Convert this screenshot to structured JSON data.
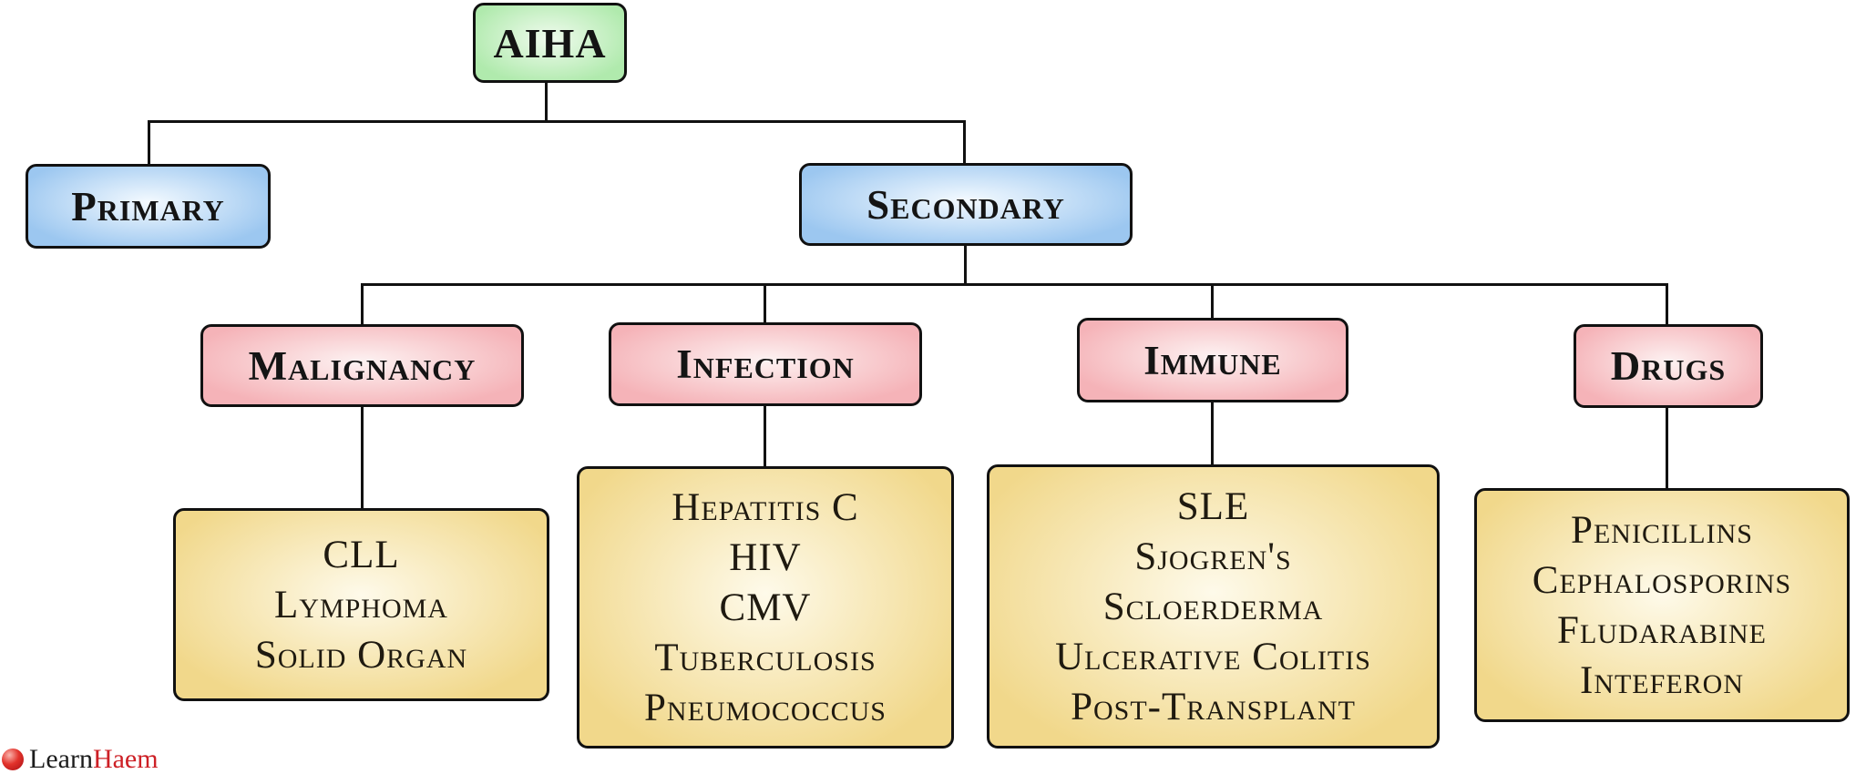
{
  "palette": {
    "canvas_bg": "#ffffff",
    "border": "#111111",
    "line": "#111111",
    "text": "#141414",
    "leaf_text": "#1f1a10",
    "root_fill": "#b0eaad",
    "root_center": "#f0fbee",
    "level1_fill": "#9cc7f0",
    "level1_center": "#f4faff",
    "level2_fill": "#f5b3b8",
    "level2_center": "#fdf2f2",
    "leaf_fill": "#f1d88b",
    "leaf_center": "#fefaea",
    "logo_learn_color": "#1c1c1c",
    "logo_haem_color": "#cd2026"
  },
  "nodes": {
    "root": {
      "label": "AIHA"
    },
    "primary": {
      "label": "Primary"
    },
    "secondary": {
      "label": "Secondary"
    },
    "malignancy": {
      "label": "Malignancy"
    },
    "infection": {
      "label": "Infection"
    },
    "immune": {
      "label": "Immune"
    },
    "drugs": {
      "label": "Drugs"
    }
  },
  "leaves": {
    "malignancy": {
      "items": [
        "CLL",
        "Lymphoma",
        "Solid Organ"
      ]
    },
    "infection": {
      "items": [
        "Hepatitis C",
        "HIV",
        "CMV",
        "Tuberculosis",
        "Pneumococcus"
      ]
    },
    "immune": {
      "items": [
        "SLE",
        "Sjogren's",
        "Scloerderma",
        "Ulcerative Colitis",
        "Post-Transplant"
      ]
    },
    "drugs": {
      "items": [
        "Penicillins",
        "Cephalosporins",
        "Fludarabine",
        "Inteferon"
      ]
    }
  },
  "logo": {
    "learn": "Learn",
    "haem": "Haem"
  }
}
